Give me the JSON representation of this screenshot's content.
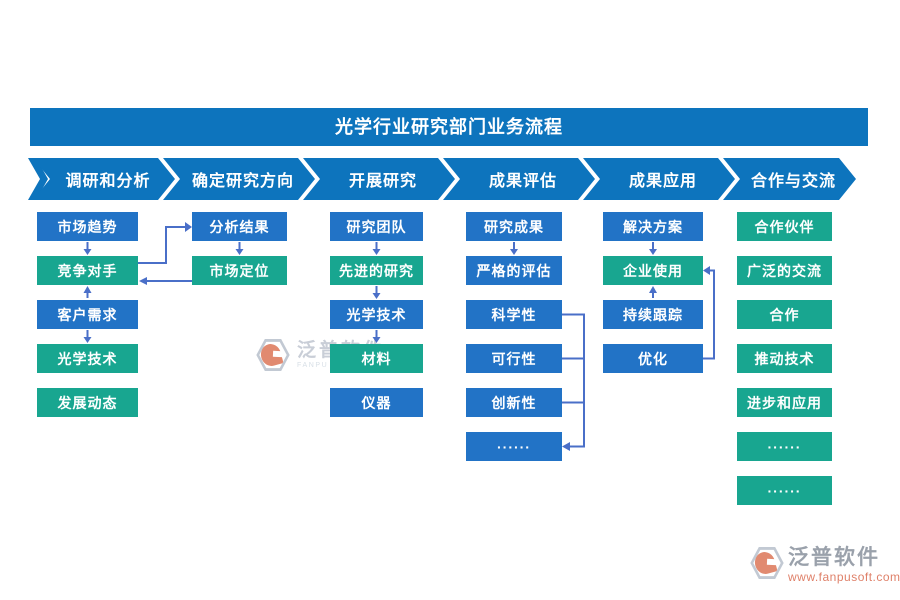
{
  "title": "光学行业研究部门业务流程",
  "phases": [
    "调研和分析",
    "确定研究方向",
    "开展研究",
    "成果评估",
    "成果应用",
    "合作与交流"
  ],
  "columns": [
    {
      "phase": "调研和分析",
      "boxes": [
        {
          "label": "市场趋势",
          "color": "blue"
        },
        {
          "label": "竞争对手",
          "color": "green"
        },
        {
          "label": "客户需求",
          "color": "blue"
        },
        {
          "label": "光学技术",
          "color": "green"
        },
        {
          "label": "发展动态",
          "color": "green"
        }
      ]
    },
    {
      "phase": "确定研究方向",
      "boxes": [
        {
          "label": "分析结果",
          "color": "blue"
        },
        {
          "label": "市场定位",
          "color": "green"
        }
      ]
    },
    {
      "phase": "开展研究",
      "boxes": [
        {
          "label": "研究团队",
          "color": "blue"
        },
        {
          "label": "先进的研究",
          "color": "green"
        },
        {
          "label": "光学技术",
          "color": "blue"
        },
        {
          "label": "材料",
          "color": "green"
        },
        {
          "label": "仪器",
          "color": "blue"
        }
      ]
    },
    {
      "phase": "成果评估",
      "boxes": [
        {
          "label": "研究成果",
          "color": "blue"
        },
        {
          "label": "严格的评估",
          "color": "blue"
        },
        {
          "label": "科学性",
          "color": "blue"
        },
        {
          "label": "可行性",
          "color": "blue"
        },
        {
          "label": "创新性",
          "color": "blue"
        },
        {
          "label": "······",
          "color": "blue"
        }
      ]
    },
    {
      "phase": "成果应用",
      "boxes": [
        {
          "label": "解决方案",
          "color": "blue"
        },
        {
          "label": "企业使用",
          "color": "green"
        },
        {
          "label": "持续跟踪",
          "color": "blue"
        },
        {
          "label": "优化",
          "color": "blue"
        }
      ]
    },
    {
      "phase": "合作与交流",
      "boxes": [
        {
          "label": "合作伙伴",
          "color": "green"
        },
        {
          "label": "广泛的交流",
          "color": "green"
        },
        {
          "label": "合作",
          "color": "green"
        },
        {
          "label": "推动技术",
          "color": "green"
        },
        {
          "label": "进步和应用",
          "color": "green"
        },
        {
          "label": "······",
          "color": "green"
        },
        {
          "label": "······",
          "color": "green"
        }
      ]
    }
  ],
  "watermark_center": {
    "text": "泛普软件",
    "subtext": "FANPU SOFTWARE"
  },
  "watermark_corner": {
    "text": "泛普软件",
    "url": "www.fanpusoft.com"
  },
  "colors": {
    "header_blue": "#0d74bd",
    "box_blue": "#2273c6",
    "box_green": "#18a690",
    "connector": "#4a6fc8"
  }
}
